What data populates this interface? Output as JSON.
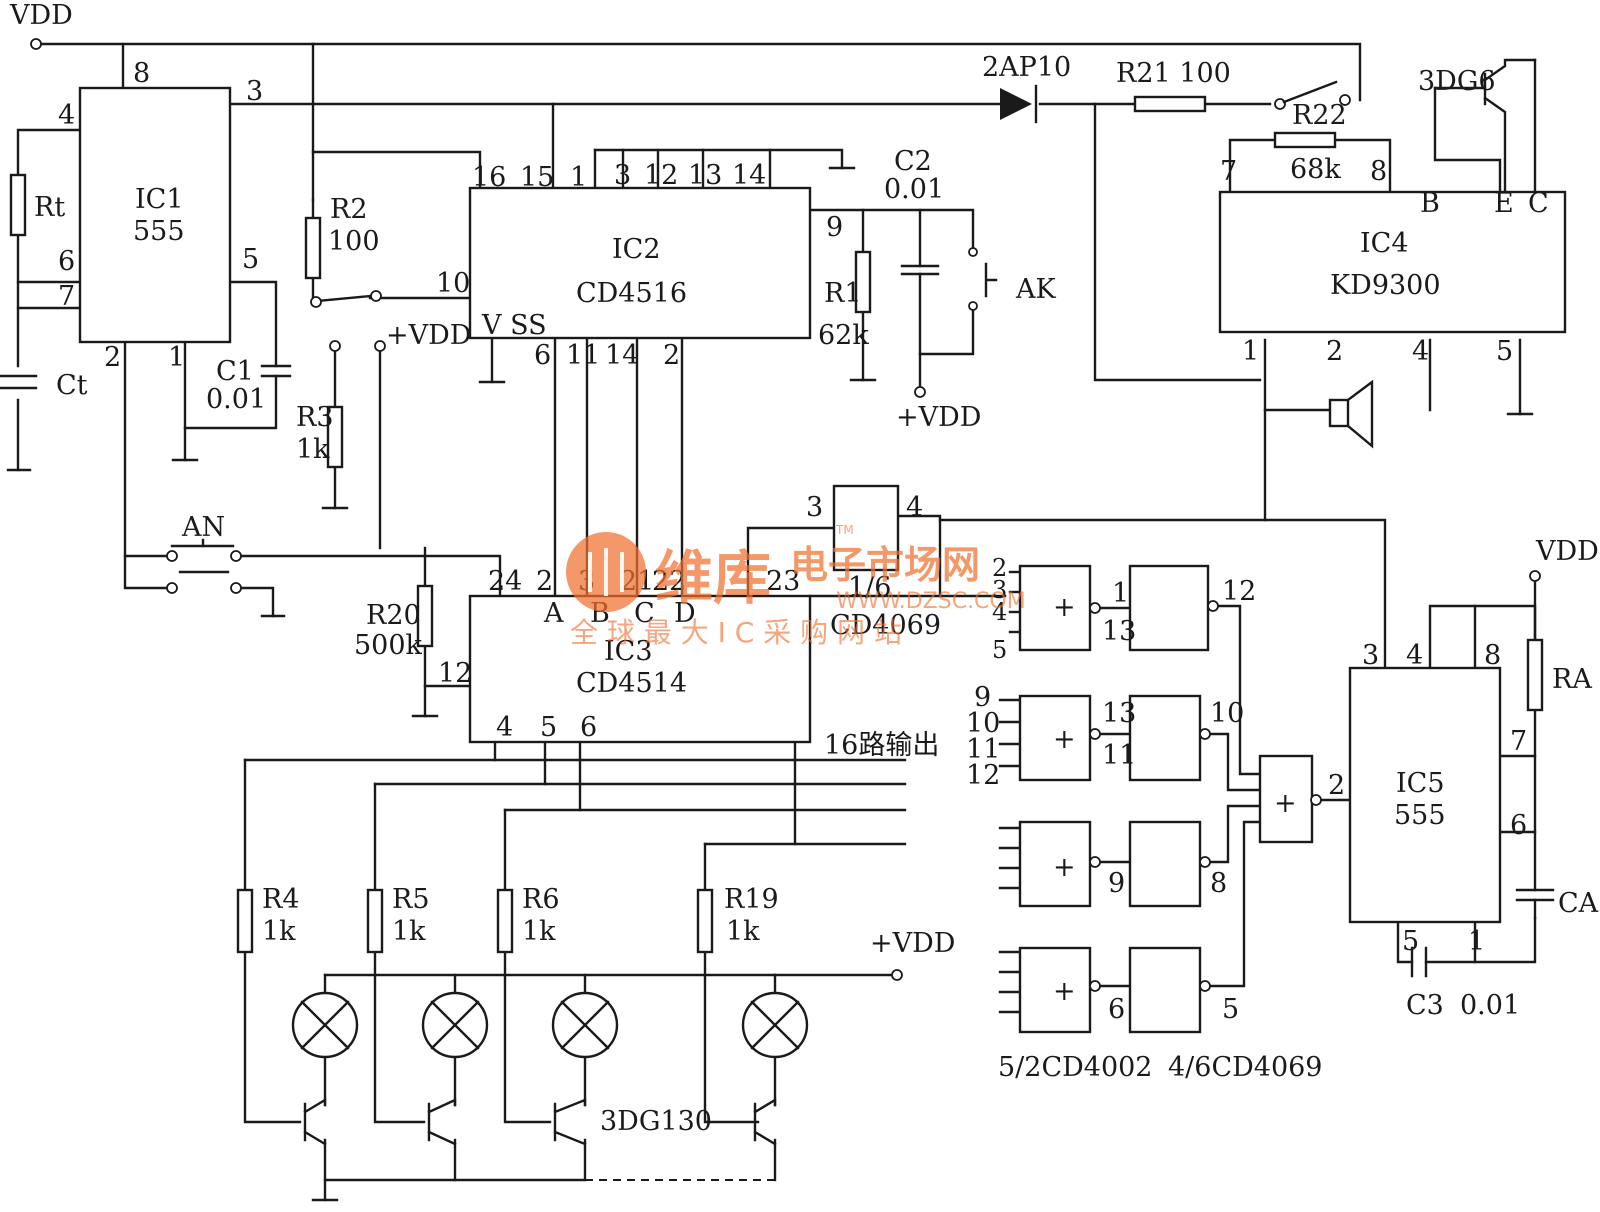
{
  "labels": {
    "vdd_top": "VDD",
    "ic1_name": "IC1",
    "ic1_type": "555",
    "ic2_name": "IC2",
    "ic2_type": "CD4516",
    "ic2_vss": "V SS",
    "ic3_name": "IC3",
    "ic3_type": "CD4514",
    "ic4_name": "IC4",
    "ic4_type": "KD9300",
    "ic5_name": "IC5",
    "ic5_type": "555",
    "inv_frac": "1/6",
    "inv_type": "CD4069",
    "rt": "Rt",
    "ct": "Ct",
    "c1_name": "C1",
    "c1_val": "0.01",
    "r2_name": "R2",
    "r2_val": "100",
    "r3_name": "R3",
    "r3_val": "1k",
    "r1_name": "R1",
    "r1_val": "62k",
    "c2_name": "C2",
    "c2_val": "0.01",
    "ak": "AK",
    "vdd_plus_a": "+VDD",
    "vdd_plus_b": "+VDD",
    "vdd_plus_c": "+VDD",
    "diode": "2AP10",
    "r21": "R21  100",
    "r22_name": "R22",
    "r22_val": "68k",
    "q_3dg6": "3DG6",
    "an": "AN",
    "r20_name": "R20",
    "r20_val": "500k",
    "out16": "16路输出",
    "r4_name": "R4",
    "r5_name": "R5",
    "r6_name": "R6",
    "r19_name": "R19",
    "r_1k_a": "1k",
    "r_1k_b": "1k",
    "r_1k_c": "1k",
    "r_1k_d": "1k",
    "q_3dg130": "3DG130",
    "vdd_ic5": "VDD",
    "ra": "RA",
    "ca": "CA",
    "c3_name": "C3",
    "c3_val": "0.01",
    "nor_note": "5/2CD4002",
    "inv_note": "4/6CD4069",
    "ic3_a": "A",
    "ic3_b": "B",
    "ic3_c": "C",
    "ic3_d": "D",
    "ic4_b": "B",
    "ic4_e": "E",
    "ic4_c": "C",
    "plus": "+"
  },
  "pins": {
    "ic1": [
      "8",
      "3",
      "4",
      "6",
      "7",
      "5",
      "2",
      "1"
    ],
    "ic2_top": [
      "16",
      "15",
      "1",
      "3",
      "12",
      "13",
      "14"
    ],
    "ic2_side": [
      "10",
      "9"
    ],
    "ic2_bottom": [
      "6",
      "11",
      "14",
      "2"
    ],
    "ic3_top": [
      "24",
      "2",
      "3",
      "21",
      "22",
      "23"
    ],
    "ic3_side": [
      "12"
    ],
    "ic3_bottom": [
      "4",
      "5",
      "6"
    ],
    "ic4_top": [
      "7",
      "8"
    ],
    "ic4_bottom": [
      "1",
      "2",
      "4",
      "5"
    ],
    "inv_pins": [
      "3",
      "4"
    ],
    "nor_inputs_a": [
      "2",
      "3",
      "4",
      "5"
    ],
    "nor_inputs_b": [
      "9",
      "10",
      "11",
      "12"
    ],
    "gate_pins": [
      "1",
      "13",
      "12",
      "13",
      "11",
      "10",
      "9",
      "8",
      "6",
      "5",
      "2"
    ],
    "ic5": [
      "3",
      "4",
      "8",
      "7",
      "6",
      "5",
      "1"
    ]
  },
  "watermark": {
    "brand": "维库",
    "cn": "电子市场网",
    "url": "WWW.DZSC.COM",
    "tm": "TM",
    "slogan": "全 球 最 大 I C 采 购 网 站"
  }
}
